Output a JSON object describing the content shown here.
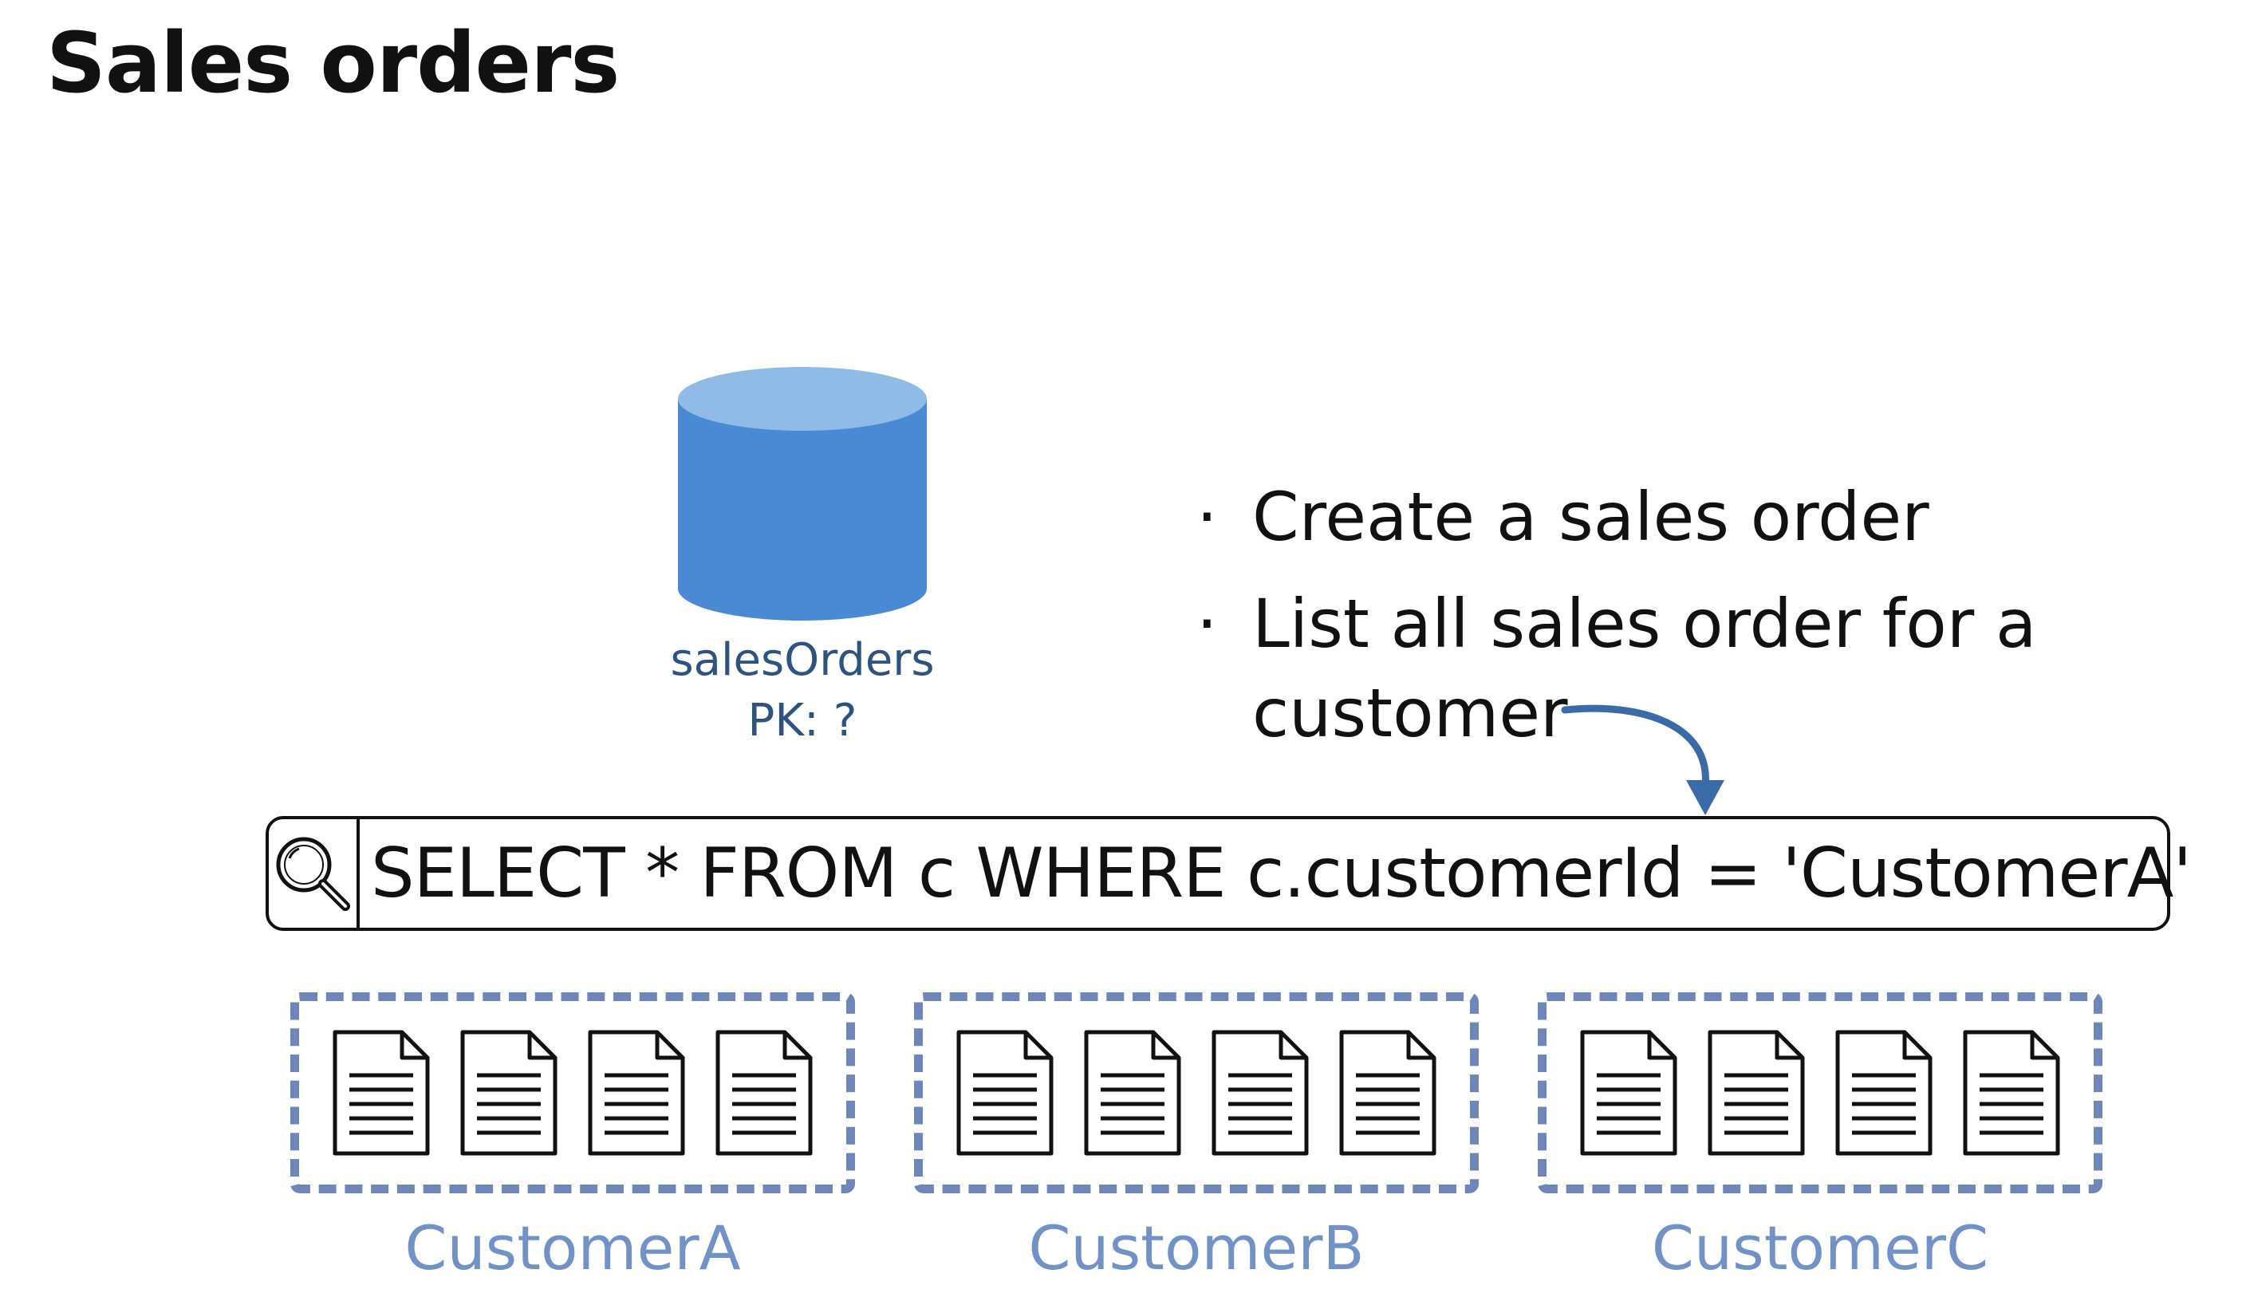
{
  "title": "Sales orders",
  "container": {
    "name": "salesOrders",
    "partition_key": "PK: ?",
    "colors": {
      "body": "#4a8ad4",
      "top": "#8fbbe6",
      "label": "#2e5380"
    }
  },
  "operations": [
    {
      "bullet": "·",
      "text": "Create a sales order"
    },
    {
      "bullet": "·",
      "text": "List all sales order for a customer"
    }
  ],
  "query": {
    "icon": "magnifier-icon",
    "text": "SELECT * FROM c WHERE c.customerId = 'CustomerA'"
  },
  "partitions": [
    {
      "label": "CustomerA",
      "documents": 4
    },
    {
      "label": "CustomerB",
      "documents": 4
    },
    {
      "label": "CustomerC",
      "documents": 4
    }
  ],
  "colors": {
    "partition_border": "#6f86b8",
    "partition_label": "#7291c6",
    "arrow": "#3a6aa8"
  }
}
